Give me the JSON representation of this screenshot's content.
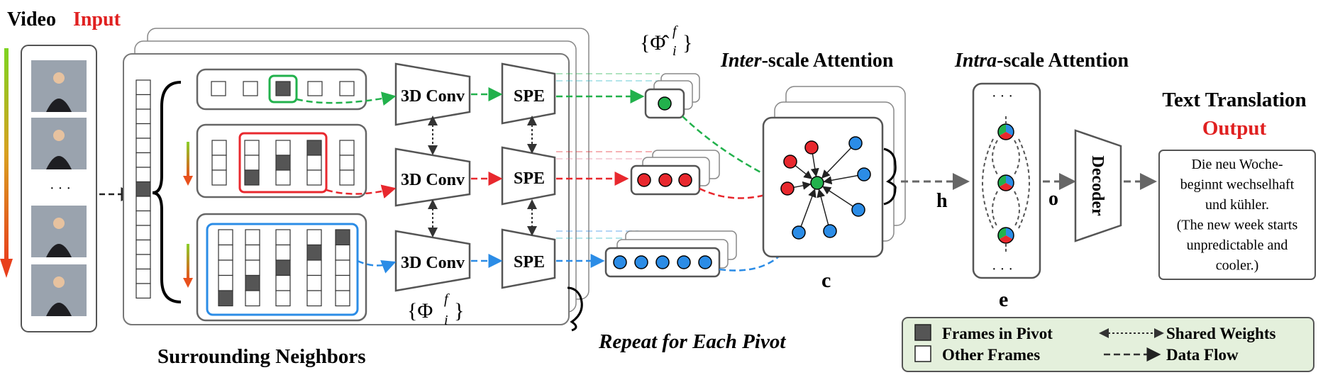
{
  "title": {
    "video": "Video",
    "input": "Input"
  },
  "labels": {
    "surrounding_neighbors": "Surrounding Neighbors",
    "repeat_for_each_pivot": "Repeat for Each Pivot",
    "inter_scale_italic": "Inter",
    "inter_scale_rest": "-scale Attention",
    "intra_scale_italic": "Intra",
    "intra_scale_rest": "-scale Attention",
    "text_translation": "Text Translation",
    "output": "Output",
    "phi_hat": "{Φ̂",
    "phi_hat_sup": "f",
    "phi_hat_sub": "i",
    "phi_hat_close": "}",
    "phi": "{Φ",
    "phi_sup": "f",
    "phi_sub": "i",
    "phi_close": "}",
    "c": "c",
    "e": "e",
    "h": "h",
    "o": "o",
    "dots": "· · ·"
  },
  "blocks": {
    "conv3d": "3D Conv",
    "spe": "SPE",
    "decoder": "Decoder"
  },
  "translation": [
    "Die neu Woche-",
    "beginnt wechselhaft",
    "und kühler.",
    "(The new week starts",
    "unpredictable and",
    "cooler.)"
  ],
  "legend": {
    "frames_in_pivot": "Frames in Pivot",
    "other_frames": "Other Frames",
    "shared_weights": "Shared Weights",
    "data_flow": "Data Flow"
  },
  "colors": {
    "green": "#22b14c",
    "red": "#e8282e",
    "blue": "#2b8ce6",
    "input_red": "#e02020",
    "legend_bg": "#e4f0dc"
  }
}
